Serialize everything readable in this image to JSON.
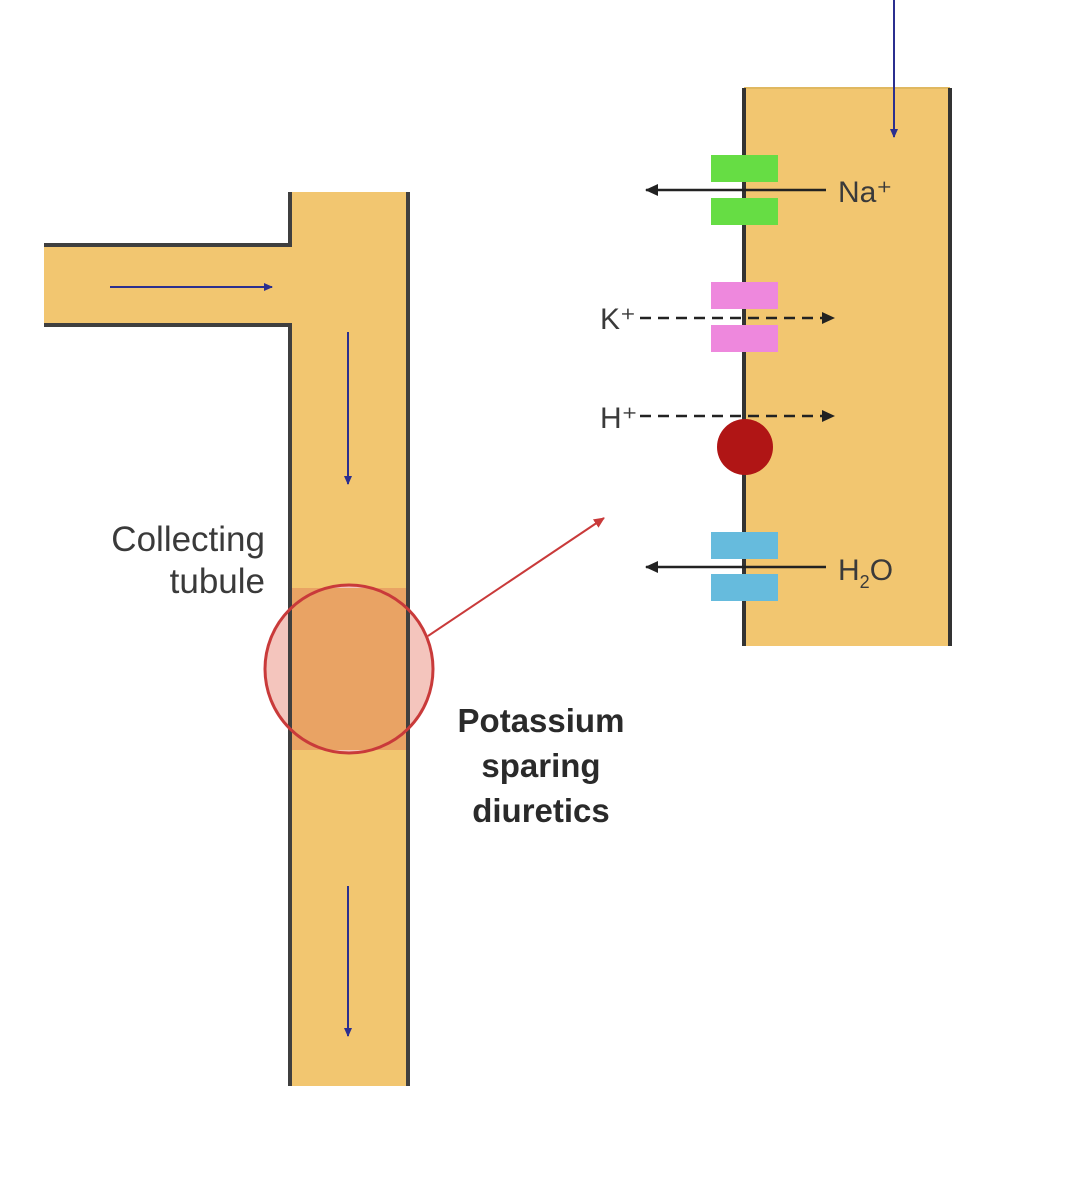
{
  "labels": {
    "collecting_tubule_line1": "Collecting",
    "collecting_tubule_line2": "tubule",
    "drug_line1": "Potassium",
    "drug_line2": "sparing",
    "drug_line3": "diuretics",
    "sodium_ion": "Na⁺",
    "potassium_ion": "K⁺",
    "hydrogen_ion": "H⁺",
    "water_main": "H",
    "water_sub": "2",
    "water_end": "O"
  },
  "colors": {
    "tubule_fill": "#f2c670",
    "tubule_wall": "#3f3f3f",
    "flow_arrow": "#2b2f8f",
    "zoom_circle": "#c93a3a",
    "zoom_fill": "#e9a364",
    "zoom_halo": "#f4c5bd",
    "sodium_channel": "#66dd44",
    "potassium_channel": "#ee88dd",
    "water_channel": "#66bbdd",
    "proton_pump": "#b01515"
  }
}
